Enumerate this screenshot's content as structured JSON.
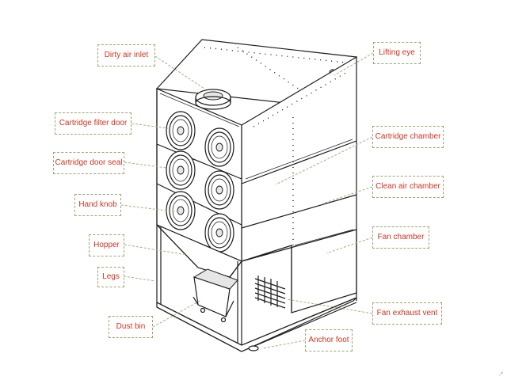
{
  "labels": {
    "dirty_air_inlet": "Dirty air inlet",
    "lifting_eye": "Lifting eye",
    "cartridge_filter_door": "Cartridge filter door",
    "cartridge_chamber": "Cartridge chamber",
    "cartridge_door_seal": "Cartridge door seal",
    "clean_air_chamber": "Clean air chamber",
    "hand_knob": "Hand knob",
    "fan_chamber": "Fan chamber",
    "hopper": "Hopper",
    "legs": "Legs",
    "fan_exhaust_vent": "Fan exhaust vent",
    "dust_bin": "Dust bin",
    "anchor_foot": "Anchor foot"
  },
  "watermark": "↗"
}
